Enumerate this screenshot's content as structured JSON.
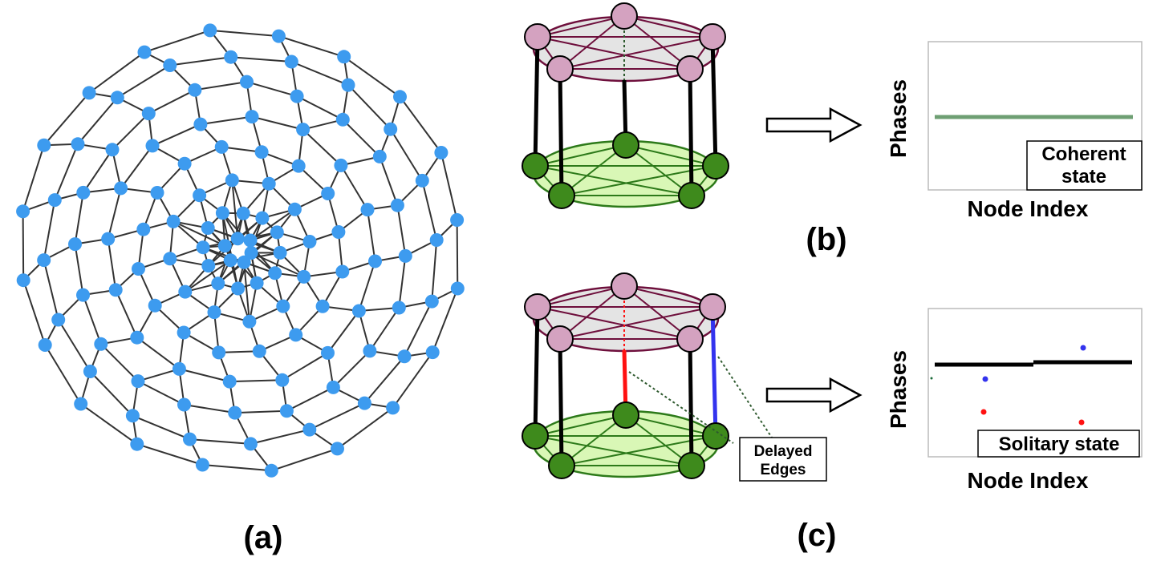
{
  "labels": {
    "panel_a": "(a)",
    "panel_b": "(b)",
    "panel_c": "(c)"
  },
  "plot_b": {
    "ylabel": "Phases",
    "xlabel": "Node Index",
    "state_line1": "Coherent",
    "state_line2": "state"
  },
  "plot_c": {
    "ylabel": "Phases",
    "xlabel": "Node Index",
    "state_label": "Solitary state"
  },
  "callout": {
    "line1": "Delayed",
    "line2": "Edges"
  },
  "colors": {
    "network_node": "#3d9bef",
    "network_edge": "#333333",
    "upper_layer_node": "#d4a2c0",
    "upper_layer_edge": "#6e0f3c",
    "lower_layer_node": "#3e8a1c",
    "lower_layer_edge": "#2d7a1a",
    "coherent_line": "#6e9f73",
    "delayed_red": "#ff1111",
    "delayed_blue": "#3333ee"
  }
}
